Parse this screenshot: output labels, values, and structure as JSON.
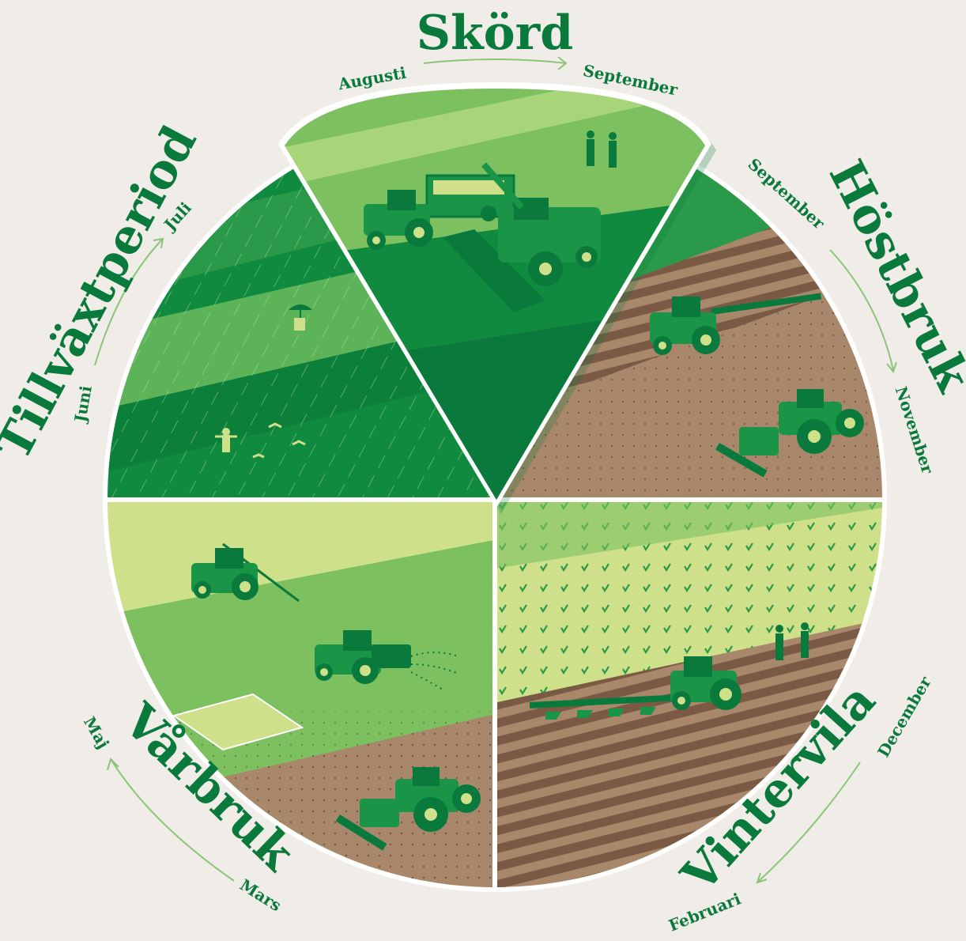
{
  "seasons": {
    "skord": {
      "label": "Skörd",
      "from": "Augusti",
      "to": "September"
    },
    "hostbruk": {
      "label": "Höstbruk",
      "from": "September",
      "to": "November"
    },
    "vintervila": {
      "label": "Vintervila",
      "from": "December",
      "to": "Februari"
    },
    "varbruk": {
      "label": "Vårbruk",
      "from": "Mars",
      "to": "Maj"
    },
    "tillvaxtperiod": {
      "label": "Tillväxtperiod",
      "from": "Juni",
      "to": "Juli"
    }
  },
  "colors": {
    "background": "#f0ece7",
    "brand_green": "#0a7a3c",
    "field_light": "#cfe08a",
    "field_mid": "#7cc060",
    "field_dark": "#0f8a3e",
    "field_darkest": "#0a7a3c",
    "soil": "#a8876a",
    "soil_dark": "#7a5a44",
    "arrow": "#8cc57a"
  },
  "icons": {
    "tractor": "tractor-icon",
    "combine": "combine-harvester-icon",
    "plough": "plough-icon",
    "seed_drill": "seed-drill-icon",
    "sprayer": "sprayer-icon",
    "spreader": "fertilizer-spreader-icon",
    "farmer": "farmer-icon",
    "umbrella": "umbrella-icon",
    "bird": "bird-icon"
  }
}
